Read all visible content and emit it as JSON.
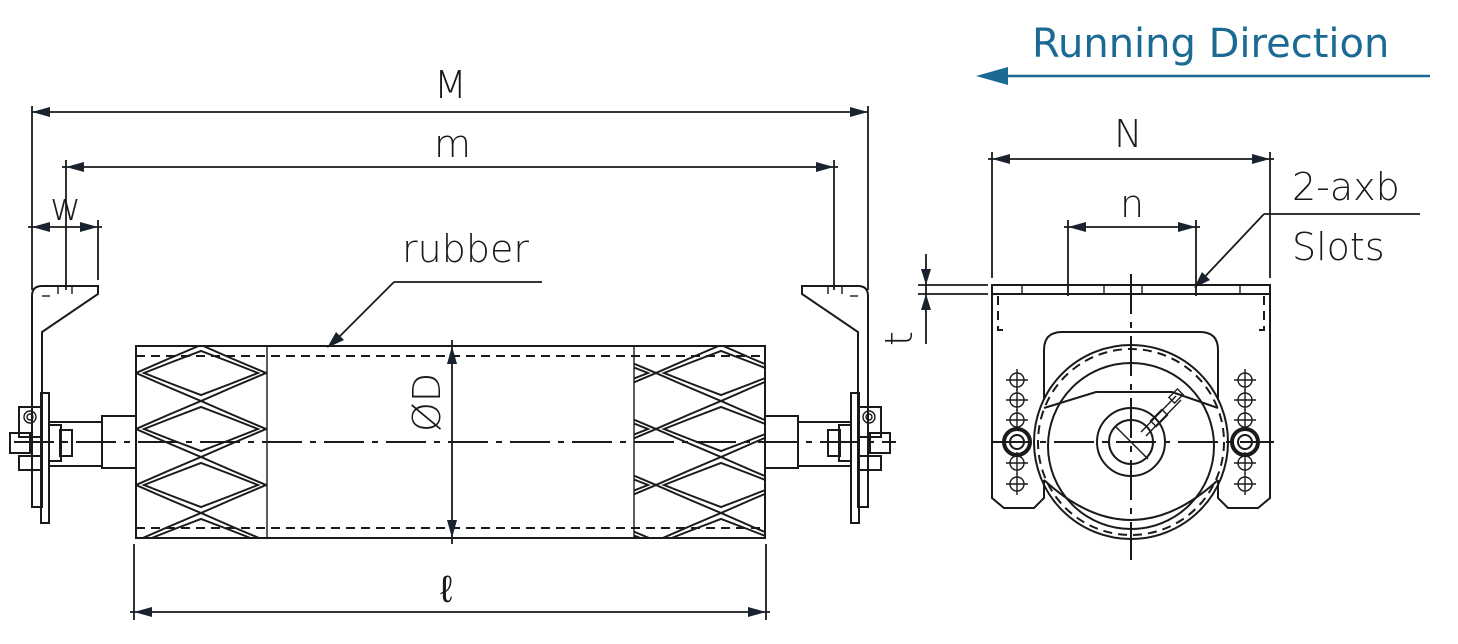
{
  "diagram": {
    "title": "Rubber lagged roller with mounting brackets — dimension drawing",
    "running_direction": {
      "label": "Running Direction",
      "direction": "left",
      "color": "#1a6a93"
    },
    "side_view": {
      "dimensions": {
        "overall_length": "M",
        "mounting_hole_distance": "m",
        "bracket_width": "w",
        "roller_face_length": "ℓ",
        "roller_diameter": "ØD"
      },
      "callouts": {
        "lagging": "rubber"
      },
      "lagging_pattern": "diamond"
    },
    "end_view": {
      "dimensions": {
        "bracket_width": "N",
        "slot_spacing": "n",
        "plate_thickness": "t"
      },
      "callouts": {
        "slots_line1": "2-axb",
        "slots_line2": "Slots"
      }
    },
    "line_color": "#1a1a1a"
  }
}
